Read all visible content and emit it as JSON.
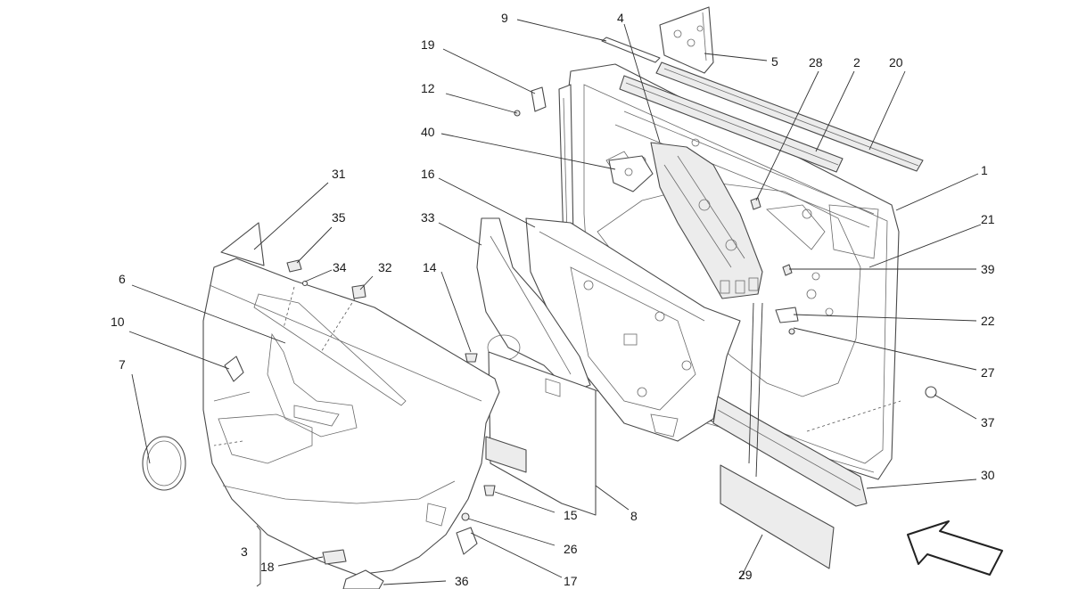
{
  "diagram": {
    "callouts": [
      {
        "id": "c1",
        "text": "1"
      },
      {
        "id": "c2",
        "text": "2"
      },
      {
        "id": "c3",
        "text": "3"
      },
      {
        "id": "c4",
        "text": "4"
      },
      {
        "id": "c5",
        "text": "5"
      },
      {
        "id": "c6",
        "text": "6"
      },
      {
        "id": "c7",
        "text": "7"
      },
      {
        "id": "c8",
        "text": "8"
      },
      {
        "id": "c9",
        "text": "9"
      },
      {
        "id": "c10",
        "text": "10"
      },
      {
        "id": "c12",
        "text": "12"
      },
      {
        "id": "c14",
        "text": "14"
      },
      {
        "id": "c15",
        "text": "15"
      },
      {
        "id": "c16",
        "text": "16"
      },
      {
        "id": "c17",
        "text": "17"
      },
      {
        "id": "c18",
        "text": "18"
      },
      {
        "id": "c19",
        "text": "19"
      },
      {
        "id": "c20",
        "text": "20"
      },
      {
        "id": "c21",
        "text": "21"
      },
      {
        "id": "c22",
        "text": "22"
      },
      {
        "id": "c26",
        "text": "26"
      },
      {
        "id": "c27",
        "text": "27"
      },
      {
        "id": "c28",
        "text": "28"
      },
      {
        "id": "c29",
        "text": "29"
      },
      {
        "id": "c30",
        "text": "30"
      },
      {
        "id": "c31",
        "text": "31"
      },
      {
        "id": "c32",
        "text": "32"
      },
      {
        "id": "c33",
        "text": "33"
      },
      {
        "id": "c34",
        "text": "34"
      },
      {
        "id": "c35",
        "text": "35"
      },
      {
        "id": "c36",
        "text": "36"
      },
      {
        "id": "c37",
        "text": "37"
      },
      {
        "id": "c39",
        "text": "39"
      },
      {
        "id": "c40",
        "text": "40"
      }
    ],
    "direction_icon": "front-direction-arrow-icon"
  }
}
